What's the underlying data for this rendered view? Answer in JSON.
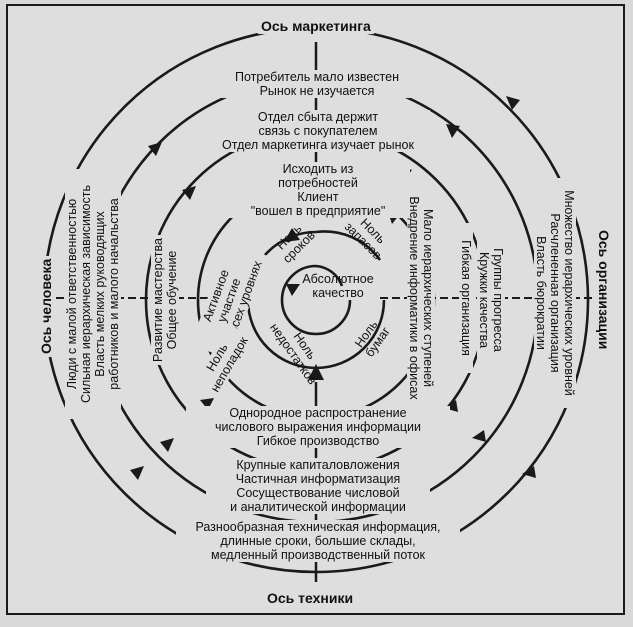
{
  "axes": {
    "top": "Ось маркетинга",
    "bottom": "Ось техники",
    "left": "Ось человека",
    "right": "Ось организации"
  },
  "center": {
    "main": [
      "Абсолютное",
      "качество"
    ],
    "zero_stock": [
      "Ноль",
      "запасов"
    ],
    "zero_time": [
      "Ноль",
      "сроков"
    ],
    "zero_paper": [
      "Ноль",
      "бумаг"
    ],
    "zero_defects": [
      "Ноль",
      "недостатков"
    ]
  },
  "marketing": [
    [
      "Потребитель мало известен",
      "Рынок не изучается"
    ],
    [
      "Отдел сбыта держит",
      "связь с покупателем",
      "Отдел маркетинга изучает рынок"
    ],
    [
      "Исходить из",
      "потребностей",
      "Клиент",
      "\"вошел в предприятие\""
    ]
  ],
  "technology": [
    [
      "Однородное распространение",
      "числового выражения информации",
      "Гибкое производство"
    ],
    [
      "Крупные капиталовложения",
      "Частичная информатизация",
      "Сосуществование числовой",
      "и аналитической информации"
    ],
    [
      "Разнообразная техническая информация,",
      "длинные сроки, большие склады,",
      "медленный производственный поток"
    ]
  ],
  "human": [
    [
      "Люди с малой ответственностью",
      "Сильная иерархическая зависимость",
      "Власть мелких руководящих",
      "работников и малого начальства"
    ],
    [
      "Развитие мастерства",
      "Общее обучение"
    ],
    [
      "Активное",
      "участие",
      "на всех уровнях"
    ],
    [
      "Ноль",
      "неполадок"
    ]
  ],
  "organization": [
    [
      "Множество иерархических уровней",
      "Расчлененная организация",
      "Власть бюрократии"
    ],
    [
      "Группы прогресса",
      "Кружки качества"
    ],
    [
      "Гибкая организация"
    ],
    [
      "Мало иерархических ступеней",
      "Внедрение информатики в офисах"
    ]
  ]
}
